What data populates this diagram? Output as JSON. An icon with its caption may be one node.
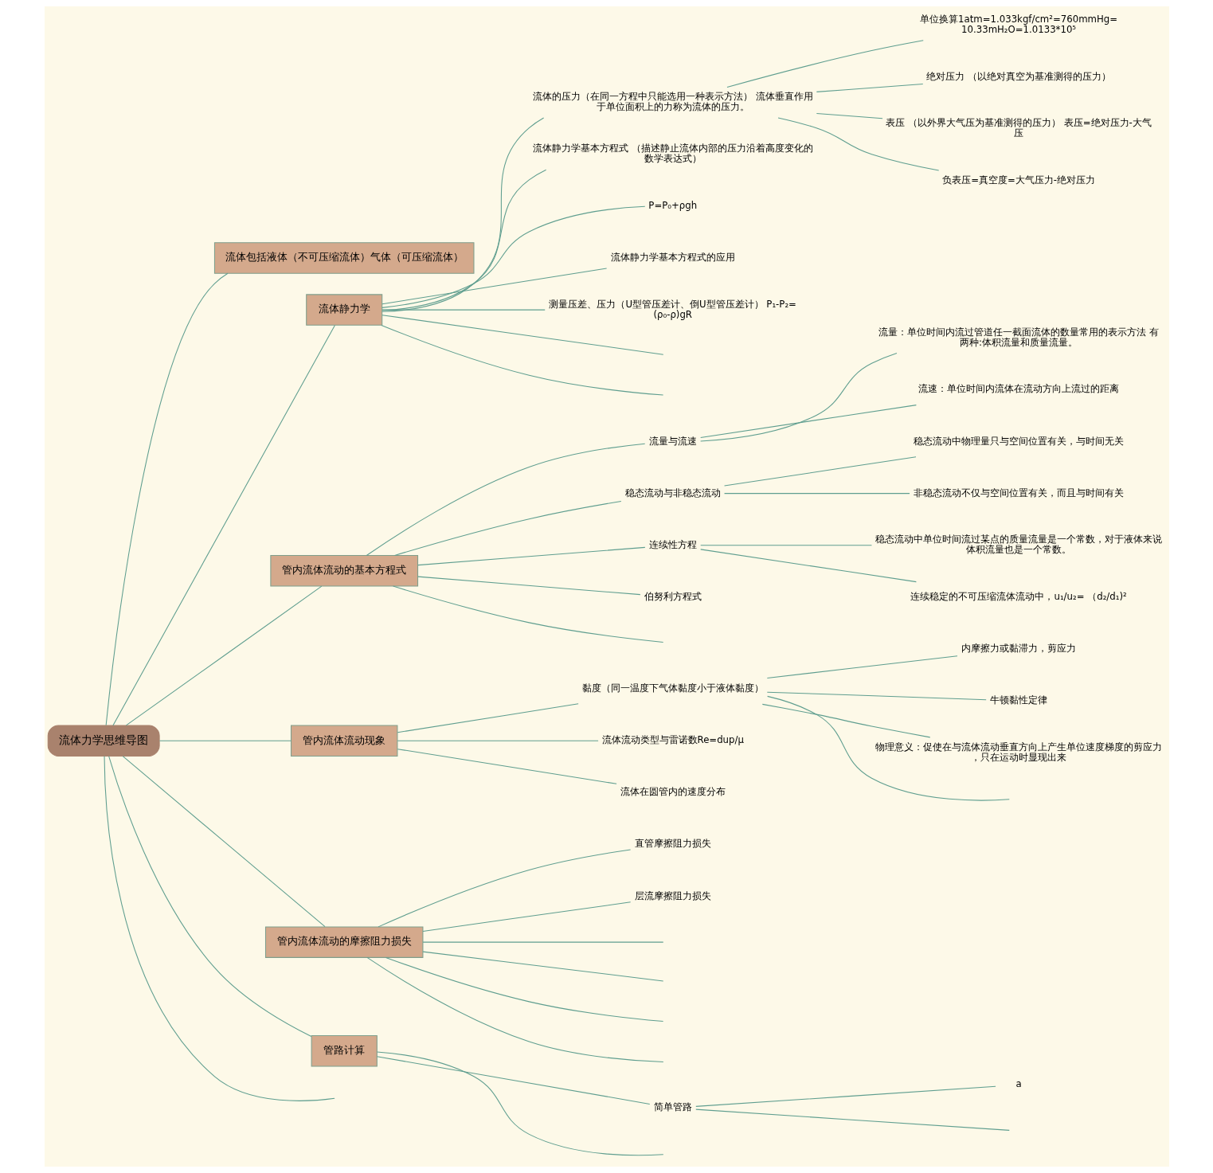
{
  "diagram": {
    "nodes": [
      {
        "text": [
          "流体力学思维导图"
        ]
      },
      {
        "text": [
          "流体包括液体（不可压缩流体）气体（可压缩流体）"
        ]
      },
      {
        "text": [
          "流体静力学"
        ]
      },
      {
        "text": [
          "流体的压力（在同一方程中只能选用一种表示方法） 流体垂直作用于单位面积上的力称为流体的压力。"
        ]
      },
      {
        "text": [
          "单位换算1atm=1.033kgf/cm²=760mmHg=10.33mH₂O=1.0133*10⁵"
        ]
      },
      {
        "text": [
          "绝对压力 （以绝对真空为基准测得的压力）"
        ]
      },
      {
        "text": [
          "表压 （以外界大气压为基准测得的压力） 表压=绝对压力-大气压"
        ]
      },
      {
        "text": [
          "负表压=真空度=大气压力-绝对压力"
        ]
      },
      {
        "text": [
          "流体静力学基本方程式 （描述静止流体内部的压力沿着高度变化的数学表达式）"
        ]
      },
      {
        "text": [
          "P=P₀+ρgh"
        ]
      },
      {
        "text": [
          "流体静力学基本方程式的应用"
        ]
      },
      {
        "text": [
          "测量压差、压力（U型管压差计、倒U型管压差计） P₁-P₂=(ρ₀-ρ)gR"
        ]
      },
      {
        "text": [
          "管内流体流动的基本方程式"
        ]
      },
      {
        "text": [
          "流量与流速"
        ]
      },
      {
        "text": [
          "流量：单位时间内流过管道任一截面流体的数量常用的表示方法 有两种:体积流量和质量流量。"
        ]
      },
      {
        "text": [
          "流速：单位时间内流体在流动方向上流过的距离"
        ]
      },
      {
        "text": [
          "稳态流动与非稳态流动"
        ]
      },
      {
        "text": [
          "稳态流动中物理量只与空间位置有关，与时间无关"
        ]
      },
      {
        "text": [
          "非稳态流动不仅与空间位置有关，而且与时间有关"
        ]
      },
      {
        "text": [
          "连续性方程"
        ]
      },
      {
        "text": [
          "稳态流动中单位时间流过某点的质量流量是一个常数，对于液体来说体积流量也是一个常数。"
        ]
      },
      {
        "text": [
          "连续稳定的不可压缩流体流动中，u₁/u₂= （d₂/d₁)²"
        ]
      },
      {
        "text": [
          "伯努利方程式"
        ]
      },
      {
        "text": [
          "管内流体流动现象"
        ]
      },
      {
        "text": [
          "黏度（同一温度下气体黏度小于液体黏度）"
        ]
      },
      {
        "text": [
          "内摩擦力或黏滞力，剪应力"
        ]
      },
      {
        "text": [
          "牛顿黏性定律"
        ]
      },
      {
        "text": [
          "物理意义：促使在与流体流动垂直方向上产生单位速度梯度的剪应力，只在运动时显现出来"
        ]
      },
      {
        "text": [
          "流体流动类型与雷诺数Re=dup/μ"
        ]
      },
      {
        "text": [
          "流体在圆管内的速度分布"
        ]
      },
      {
        "text": [
          "管内流体流动的摩擦阻力损失"
        ]
      },
      {
        "text": [
          "直管摩擦阻力损失"
        ]
      },
      {
        "text": [
          "层流摩擦阻力损失"
        ]
      },
      {
        "text": [
          "管路计算"
        ]
      },
      {
        "text": [
          "简单管路"
        ]
      },
      {
        "text": [
          "a"
        ]
      }
    ],
    "edges": [
      {
        "from": 0,
        "to": 1,
        "arrow": "none"
      },
      {
        "from": 0,
        "to": 2,
        "arrow": "none"
      },
      {
        "from": 2,
        "to": 3,
        "arrow": "none"
      },
      {
        "from": 3,
        "to": 4,
        "arrow": "none"
      },
      {
        "from": 3,
        "to": 5,
        "arrow": "none"
      },
      {
        "from": 3,
        "to": 6,
        "arrow": "none"
      },
      {
        "from": 3,
        "to": 7,
        "arrow": "none"
      },
      {
        "from": 2,
        "to": 8,
        "arrow": "none"
      },
      {
        "from": 2,
        "to": 9,
        "arrow": "none"
      },
      {
        "from": 2,
        "to": 10,
        "arrow": "none"
      },
      {
        "from": 2,
        "to": 11,
        "arrow": "none"
      },
      {
        "from": 2,
        "to": null,
        "arrow": "none"
      },
      {
        "from": 2,
        "to": null,
        "arrow": "none"
      },
      {
        "from": 0,
        "to": 12,
        "arrow": "none"
      },
      {
        "from": 12,
        "to": 13,
        "arrow": "none"
      },
      {
        "from": 13,
        "to": 14,
        "arrow": "none"
      },
      {
        "from": 13,
        "to": 15,
        "arrow": "none"
      },
      {
        "from": 12,
        "to": 16,
        "arrow": "none"
      },
      {
        "from": 16,
        "to": 17,
        "arrow": "none"
      },
      {
        "from": 16,
        "to": 18,
        "arrow": "none"
      },
      {
        "from": 12,
        "to": 19,
        "arrow": "none"
      },
      {
        "from": 19,
        "to": 20,
        "arrow": "none"
      },
      {
        "from": 19,
        "to": 21,
        "arrow": "none"
      },
      {
        "from": 12,
        "to": 22,
        "arrow": "none"
      },
      {
        "from": 12,
        "to": null,
        "arrow": "none"
      },
      {
        "from": 0,
        "to": 23,
        "arrow": "none"
      },
      {
        "from": 23,
        "to": 24,
        "arrow": "none"
      },
      {
        "from": 24,
        "to": 25,
        "arrow": "none"
      },
      {
        "from": 24,
        "to": 26,
        "arrow": "none"
      },
      {
        "from": 24,
        "to": 27,
        "arrow": "none"
      },
      {
        "from": 24,
        "to": null,
        "arrow": "none"
      },
      {
        "from": 23,
        "to": 28,
        "arrow": "none"
      },
      {
        "from": 23,
        "to": 29,
        "arrow": "none"
      },
      {
        "from": 0,
        "to": 30,
        "arrow": "none"
      },
      {
        "from": 30,
        "to": 31,
        "arrow": "none"
      },
      {
        "from": 30,
        "to": 32,
        "arrow": "none"
      },
      {
        "from": 30,
        "to": null,
        "arrow": "none"
      },
      {
        "from": 30,
        "to": null,
        "arrow": "none"
      },
      {
        "from": 30,
        "to": null,
        "arrow": "none"
      },
      {
        "from": 30,
        "to": null,
        "arrow": "none"
      },
      {
        "from": 0,
        "to": 33,
        "arrow": "none"
      },
      {
        "from": 33,
        "to": 34,
        "arrow": "none"
      },
      {
        "from": 34,
        "to": 35,
        "arrow": "none"
      },
      {
        "from": 34,
        "to": null,
        "arrow": "none"
      },
      {
        "from": 33,
        "to": null,
        "arrow": "none"
      },
      {
        "from": 0,
        "to": null,
        "arrow": "none"
      }
    ]
  }
}
